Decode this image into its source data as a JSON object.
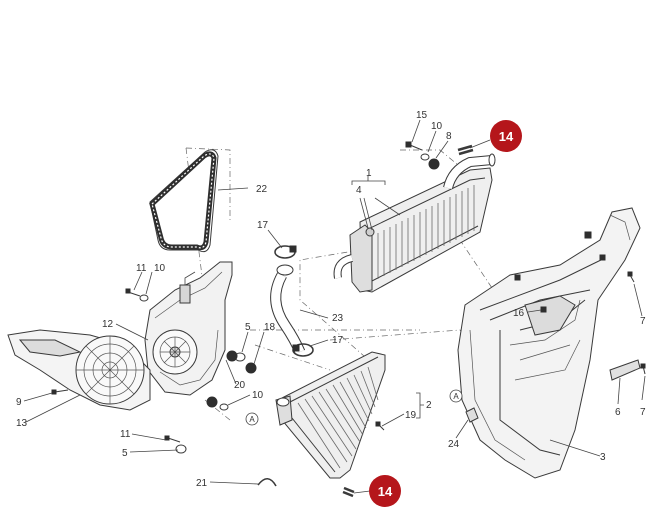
{
  "labels": {
    "p1": "1",
    "p2": "2",
    "p3": "3",
    "p4": "4",
    "p5a": "5",
    "p5b": "5",
    "p6": "6",
    "p7a": "7",
    "p7b": "7",
    "p8": "8",
    "p9": "9",
    "p10a": "10",
    "p10b": "10",
    "p10c": "10",
    "p11a": "11",
    "p11b": "11",
    "p12": "12",
    "p13": "13",
    "p15": "15",
    "p16": "16",
    "p17a": "17",
    "p17b": "17",
    "p18": "18",
    "p19": "19",
    "p20": "20",
    "p21": "21",
    "p22": "22",
    "p23": "23",
    "p24": "24"
  },
  "callouts": {
    "c14a": "14",
    "c14b": "14"
  },
  "refs": {
    "refA1": "A",
    "refA2": "A"
  },
  "colors": {
    "highlight": "#b5161b",
    "line": "#3a3a3a"
  }
}
